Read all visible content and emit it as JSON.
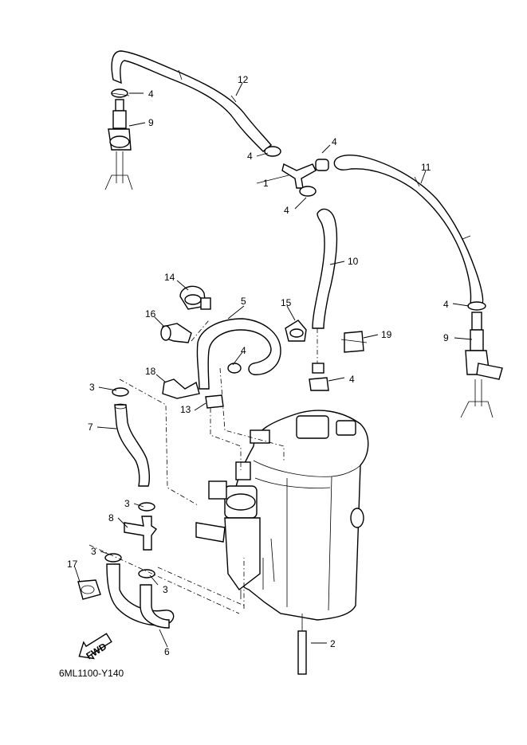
{
  "diagram_code": "6ML1100-Y140",
  "fwd_label": "FWD",
  "callouts": {
    "c1": "1",
    "c2": "2",
    "c3a": "3",
    "c3b": "3",
    "c3c": "3",
    "c3d": "3",
    "c4a": "4",
    "c4b": "4",
    "c4c": "4",
    "c4d": "4",
    "c4e": "4",
    "c4f": "4",
    "c4g": "4",
    "c5": "5",
    "c6": "6",
    "c7": "7",
    "c8": "8",
    "c9a": "9",
    "c9b": "9",
    "c10": "10",
    "c11": "11",
    "c12": "12",
    "c13": "13",
    "c14": "14",
    "c15": "15",
    "c16": "16",
    "c17": "17",
    "c18": "18",
    "c19": "19"
  }
}
